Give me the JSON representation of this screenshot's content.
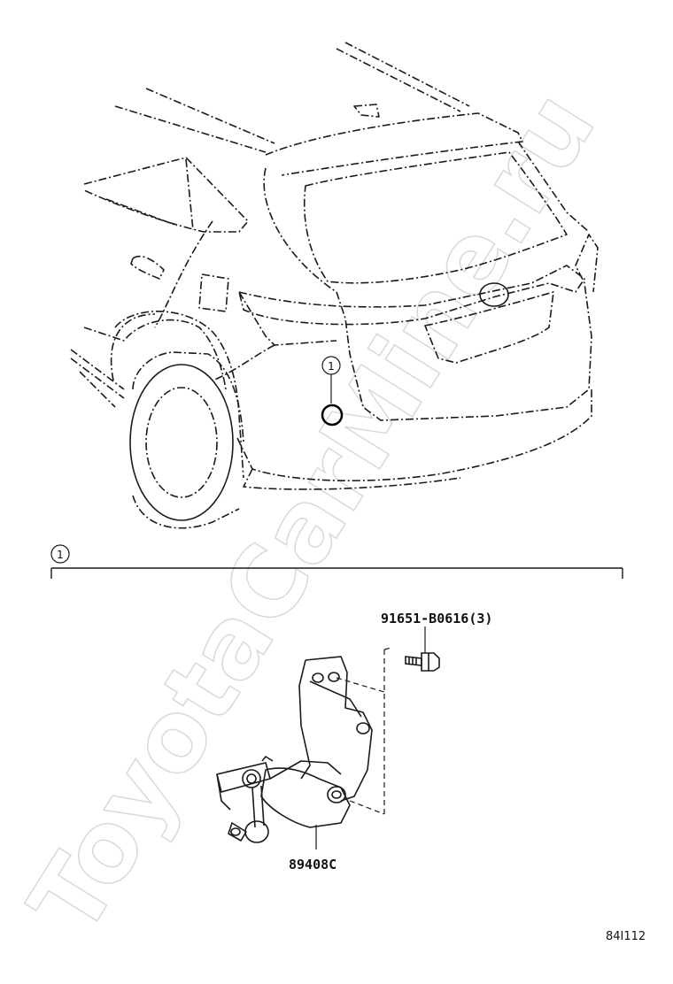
{
  "watermark": "ToyotaCarMine.ru",
  "callout_marker": "1",
  "section_marker": "1",
  "parts": {
    "bolt_label": "91651-B0616(3)",
    "sensor_label": "89408C"
  },
  "figure_code": "84I112"
}
